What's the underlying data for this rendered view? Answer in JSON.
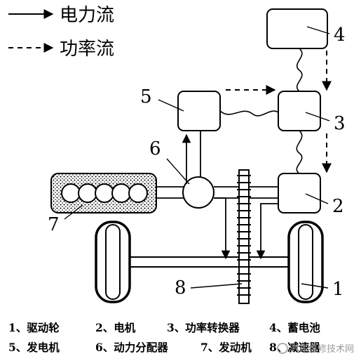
{
  "legend": {
    "power_flow": "电力流",
    "work_flow": "功率流"
  },
  "labels": {
    "n1": "1",
    "n2": "2",
    "n3": "3",
    "n4": "4",
    "n5": "5",
    "n6": "6",
    "n7": "7",
    "n8": "8"
  },
  "captions": {
    "c1": "1、驱动轮",
    "c2": "2、电机",
    "c3": "3、功率转换器",
    "c4": "4、蓄电池",
    "c5": "5、发电机",
    "c6": "6、动力分配器",
    "c7": "7、发动机",
    "c8": "8、减速器"
  },
  "watermark": "汽车维修技术网"
}
